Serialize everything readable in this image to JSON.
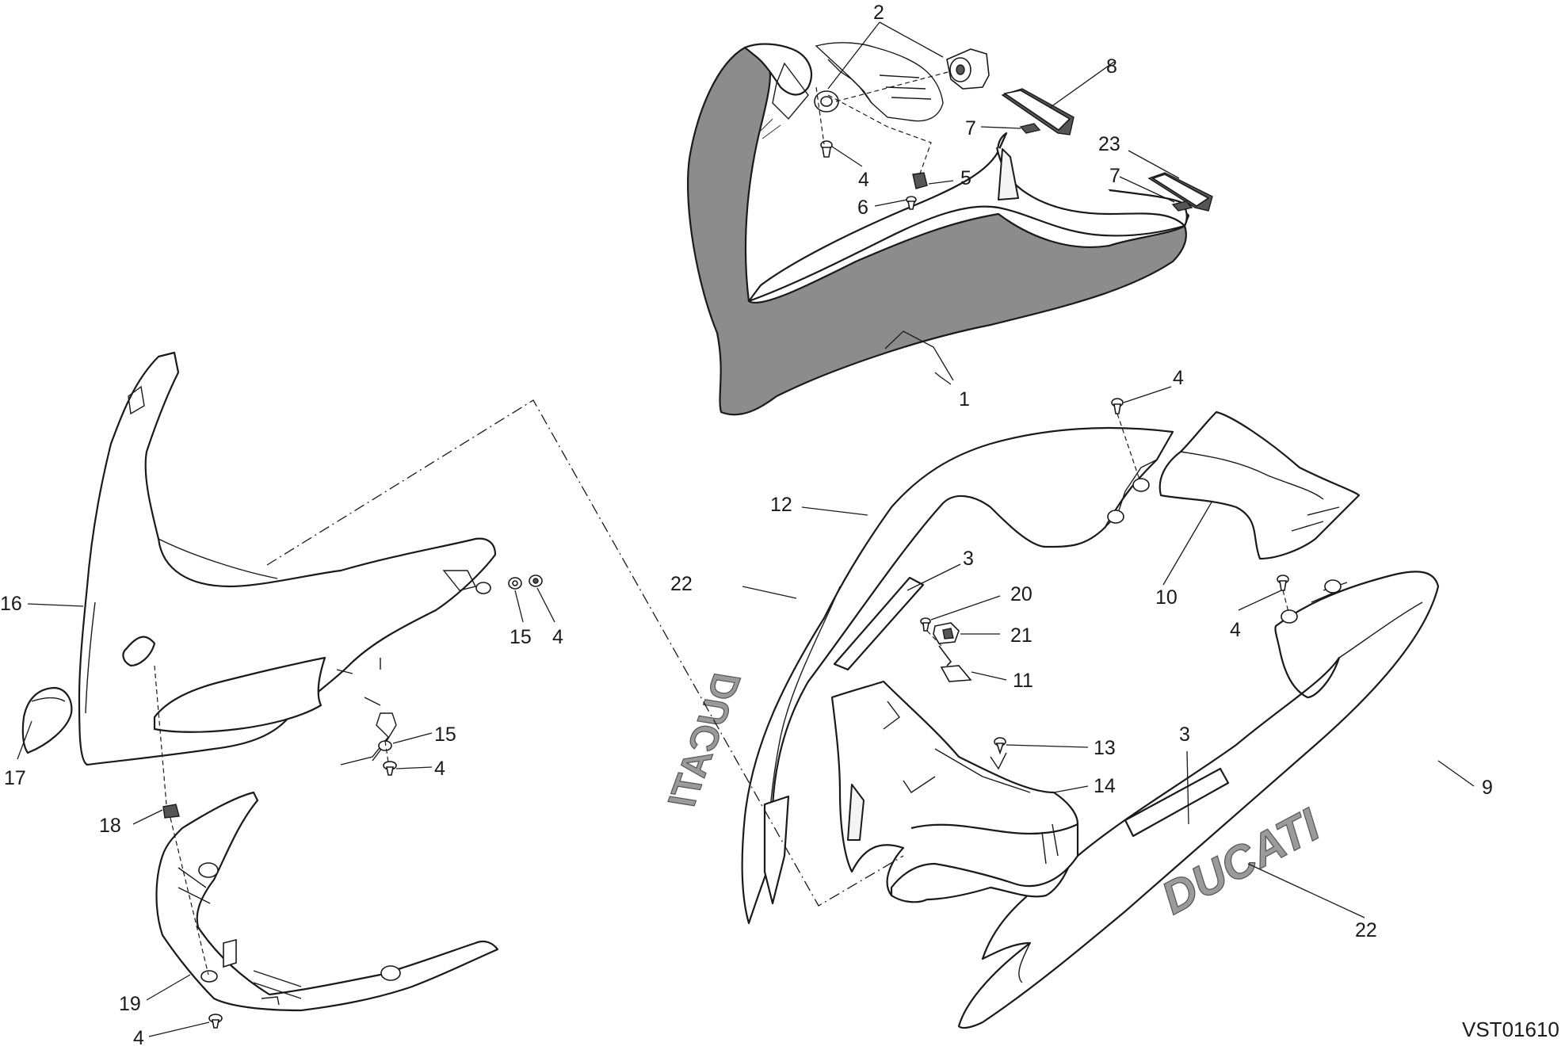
{
  "drawing_code": "VST01610",
  "logo_text": "DUCATI",
  "callouts": [
    {
      "label": "1"
    },
    {
      "label": "2"
    },
    {
      "label": "3"
    },
    {
      "label": "3"
    },
    {
      "label": "4"
    },
    {
      "label": "4"
    },
    {
      "label": "4"
    },
    {
      "label": "4"
    },
    {
      "label": "4"
    },
    {
      "label": "4"
    },
    {
      "label": "5"
    },
    {
      "label": "6"
    },
    {
      "label": "7"
    },
    {
      "label": "7"
    },
    {
      "label": "8"
    },
    {
      "label": "9"
    },
    {
      "label": "10"
    },
    {
      "label": "11"
    },
    {
      "label": "12"
    },
    {
      "label": "13"
    },
    {
      "label": "14"
    },
    {
      "label": "15"
    },
    {
      "label": "15"
    },
    {
      "label": "16"
    },
    {
      "label": "17"
    },
    {
      "label": "18"
    },
    {
      "label": "19"
    },
    {
      "label": "20"
    },
    {
      "label": "21"
    },
    {
      "label": "22"
    },
    {
      "label": "22"
    },
    {
      "label": "23"
    }
  ]
}
